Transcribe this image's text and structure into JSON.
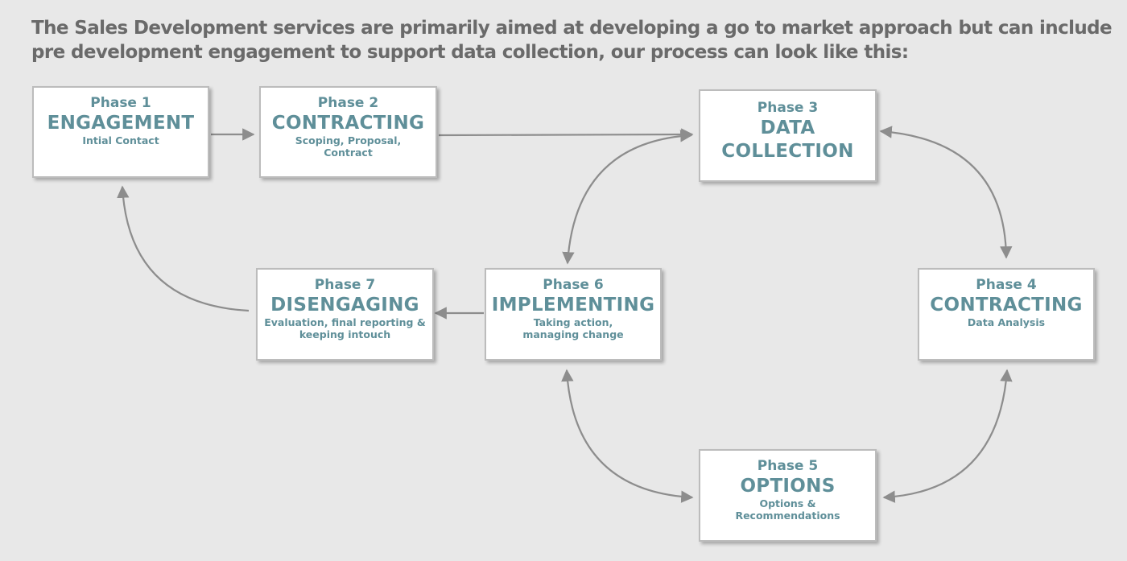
{
  "intro": {
    "line1": "The Sales Development services are primarily aimed at developing a go to market approach but can include",
    "line2": "pre development engagement to support data collection, our process can look like this:"
  },
  "colors": {
    "background": "#e8e8e8",
    "heading_text": "#6a6a6a",
    "phase_text": "#5f8f99",
    "connector": "#8d8d8d"
  },
  "phases": [
    {
      "label": "Phase 1",
      "title": "ENGAGEMENT",
      "subtitle": [
        "Intial Contact"
      ]
    },
    {
      "label": "Phase 2",
      "title": "CONTRACTING",
      "subtitle": [
        "Scoping, Proposal,",
        "Contract"
      ]
    },
    {
      "label": "Phase 3",
      "title": [
        "DATA",
        "COLLECTION"
      ],
      "subtitle": []
    },
    {
      "label": "Phase 4",
      "title": "CONTRACTING",
      "subtitle": [
        "Data Analysis"
      ]
    },
    {
      "label": "Phase 5",
      "title": "OPTIONS",
      "subtitle": [
        "Options &",
        "Recommendations"
      ]
    },
    {
      "label": "Phase 6",
      "title": "IMPLEMENTING",
      "subtitle": [
        "Taking action,",
        "managing change"
      ]
    },
    {
      "label": "Phase 7",
      "title": "DISENGAGING",
      "subtitle": [
        "Evaluation, final reporting &",
        "keeping intouch"
      ]
    }
  ]
}
